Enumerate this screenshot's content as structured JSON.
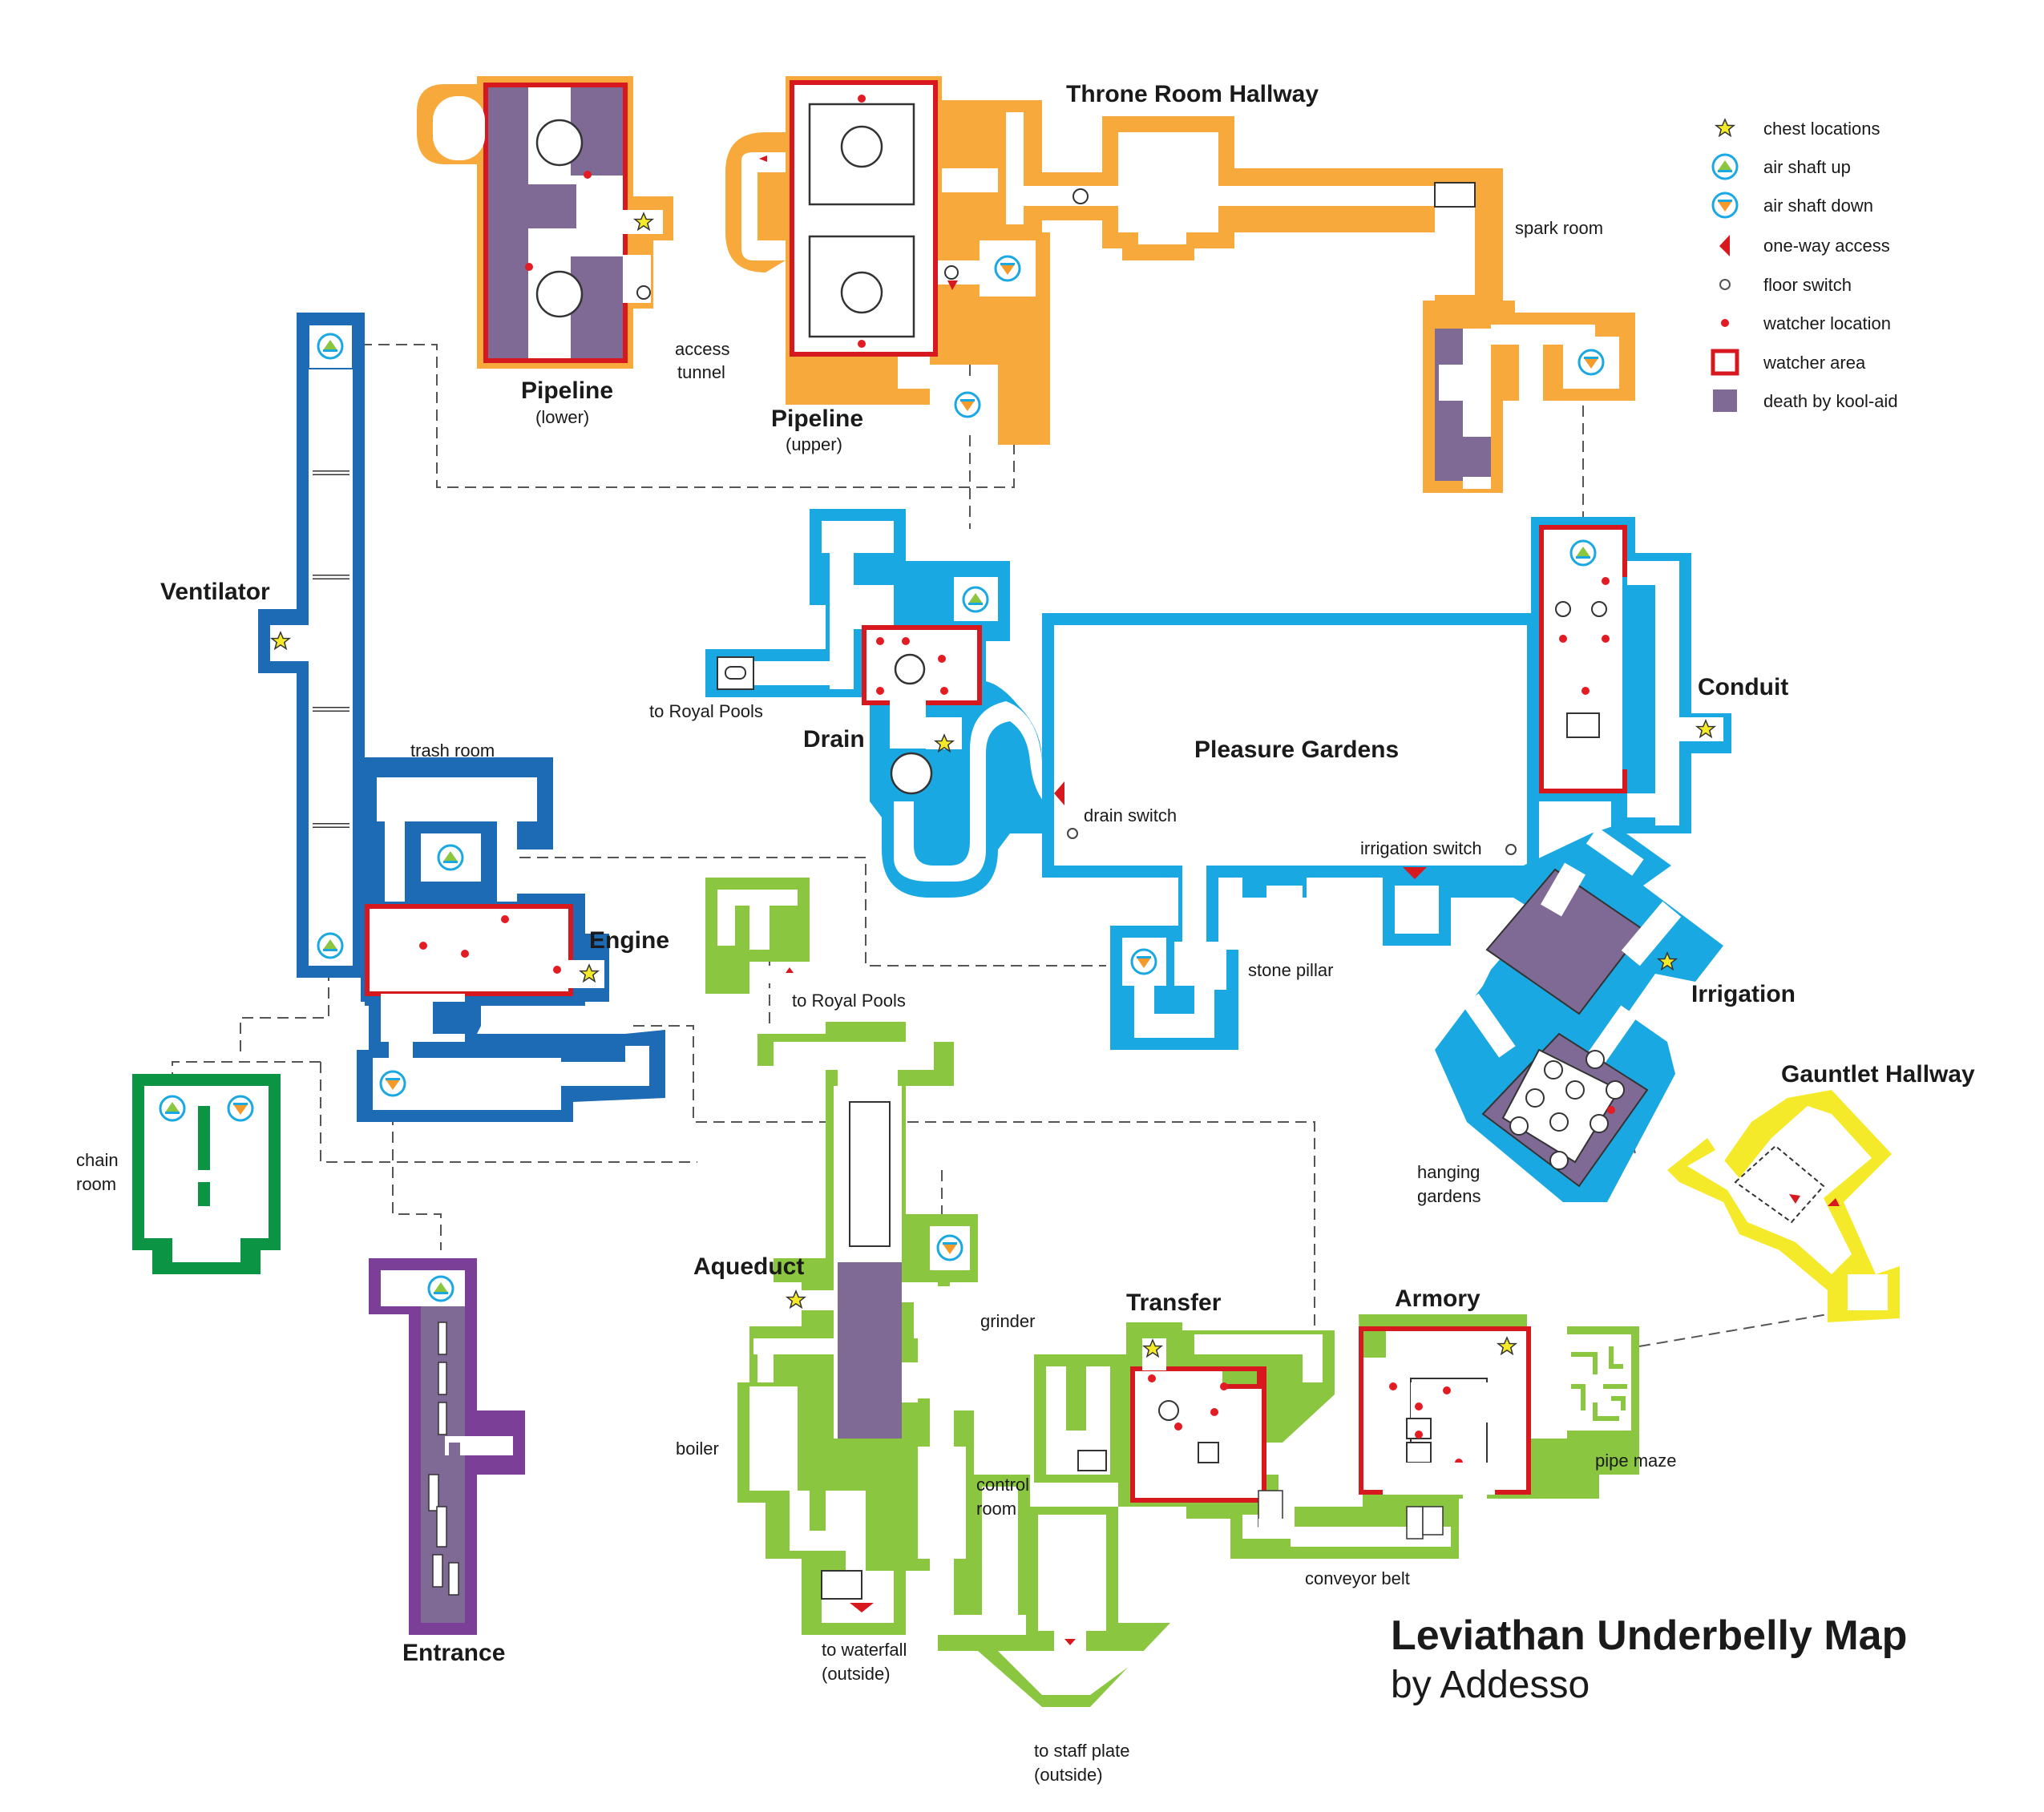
{
  "title": "Leviathan Underbelly Map",
  "subtitle": "by Addesso",
  "colors": {
    "orange": "#f7a93b",
    "dark_blue": "#1e6bb5",
    "light_blue": "#1aa8e2",
    "green_lime": "#8bc640",
    "dark_green": "#0a9444",
    "purple": "#7b3f98",
    "yellow": "#f5ea2a",
    "watcher_red": "#d7191f",
    "kool_aid": "#7e6a94"
  },
  "legend": [
    {
      "icon": "star-icon",
      "label": "chest locations"
    },
    {
      "icon": "air-shaft-up-icon",
      "label": "air shaft up"
    },
    {
      "icon": "air-shaft-down-icon",
      "label": "air shaft down"
    },
    {
      "icon": "one-way-arrow-icon",
      "label": "one-way access"
    },
    {
      "icon": "floor-switch-icon",
      "label": "floor switch"
    },
    {
      "icon": "watcher-dot-icon",
      "label": "watcher location"
    },
    {
      "icon": "watcher-area-icon",
      "label": "watcher area"
    },
    {
      "icon": "kool-aid-icon",
      "label": "death by kool-aid"
    }
  ],
  "regions": {
    "throne_room_hallway": "Throne Room Hallway",
    "pipeline_lower": "Pipeline",
    "pipeline_lower_sub": "(lower)",
    "pipeline_upper": "Pipeline",
    "pipeline_upper_sub": "(upper)",
    "ventilator": "Ventilator",
    "engine": "Engine",
    "drain": "Drain",
    "pleasure_gardens": "Pleasure Gardens",
    "conduit": "Conduit",
    "irrigation": "Irrigation",
    "gauntlet_hallway": "Gauntlet Hallway",
    "aqueduct": "Aqueduct",
    "transfer": "Transfer",
    "armory": "Armory",
    "entrance": "Entrance"
  },
  "rooms": {
    "spark_room": "spark room",
    "access_tunnel_1": "access",
    "access_tunnel_2": "tunnel",
    "to_royal_pools_drain": "to Royal Pools",
    "trash_room": "trash room",
    "drain_switch": "drain switch",
    "irrigation_switch": "irrigation switch",
    "stone_pillar": "stone pillar",
    "to_royal_pools_aqueduct": "to Royal Pools",
    "chain_room_1": "chain",
    "chain_room_2": "room",
    "hanging_gardens_1": "hanging",
    "hanging_gardens_2": "gardens",
    "grinder": "grinder",
    "boiler": "boiler",
    "control_room_1": "control",
    "control_room_2": "room",
    "to_waterfall": "to waterfall",
    "to_waterfall_sub": "(outside)",
    "to_staff_plate": "to staff plate",
    "to_staff_plate_sub": "(outside)",
    "conveyor_belt": "conveyor belt",
    "pipe_maze": "pipe maze"
  }
}
